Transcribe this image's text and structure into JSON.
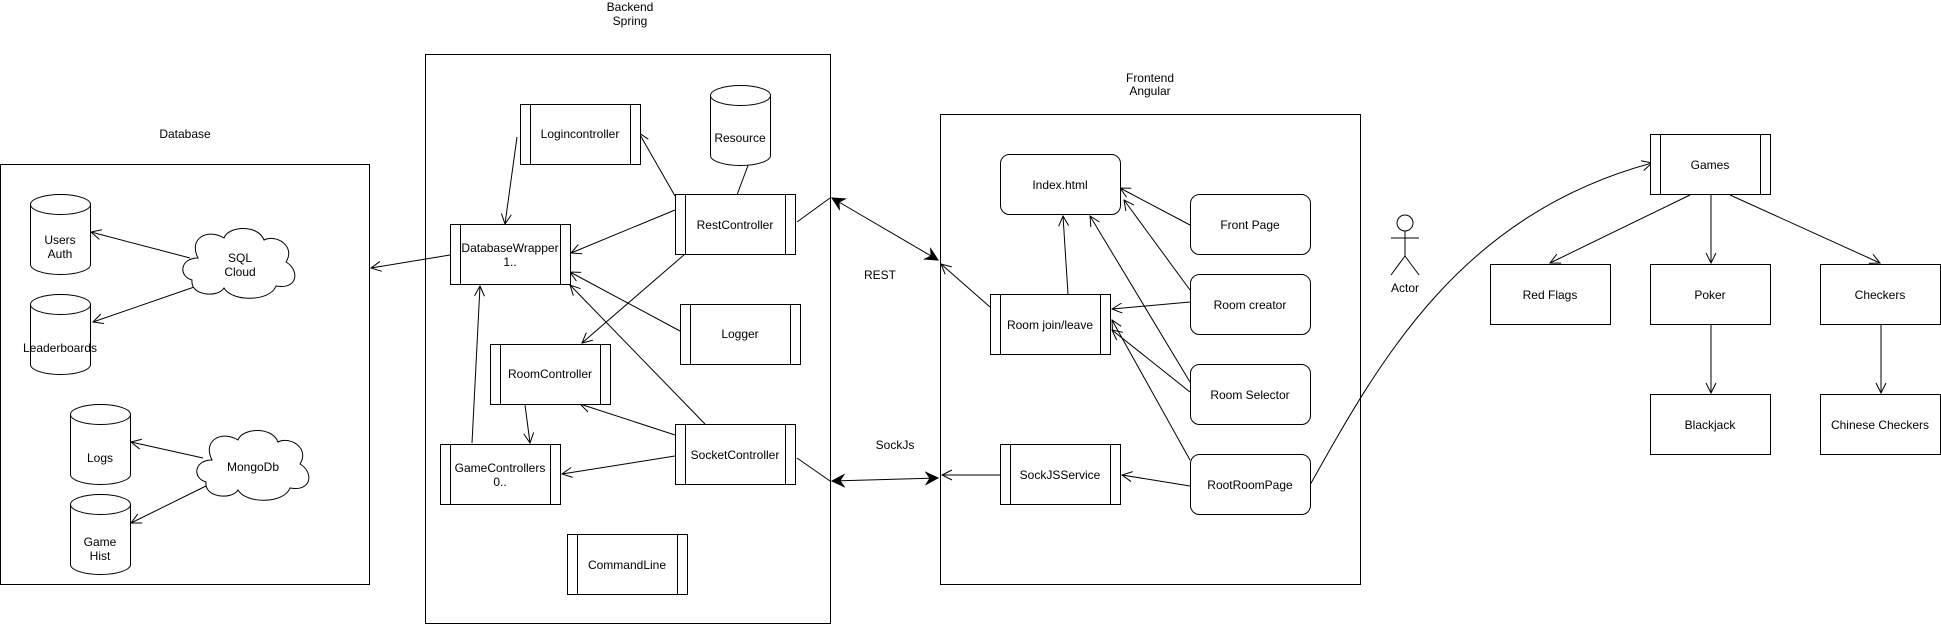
{
  "diagram": {
    "groups": {
      "database": "Database",
      "backend": [
        "Backend",
        "Spring"
      ],
      "frontend": [
        "Frontend",
        "Angular"
      ]
    },
    "nodes": {
      "users_auth": [
        "Users",
        "Auth"
      ],
      "leaderboards": "Leaderboards",
      "logs": "Logs",
      "game_hist": [
        "Game",
        "Hist"
      ],
      "sql_cloud": [
        "SQL",
        "Cloud"
      ],
      "mongodb": "MongoDb",
      "login_controller": "Logincontroller",
      "resource": "Resource",
      "rest_controller": "RestController",
      "database_wrapper": [
        "DatabaseWrapper",
        "1.."
      ],
      "logger": "Logger",
      "room_controller": "RoomController",
      "socket_controller": "SocketController",
      "game_controllers": [
        "GameControllers",
        "0.."
      ],
      "command_line": "CommandLine",
      "index_html": "Index.html",
      "front_page": "Front Page",
      "room_creator": "Room creator",
      "room_join_leave": "Room join/leave",
      "room_selector": "Room Selector",
      "sockjs_service": "SockJSService",
      "root_room_page": "RootRoomPage",
      "actor": "Actor",
      "games": "Games",
      "red_flags": "Red Flags",
      "poker": "Poker",
      "checkers": "Checkers",
      "blackjack": "Blackjack",
      "chinese_checkers": "Chinese Checkers"
    },
    "edge_labels": {
      "rest": "REST",
      "sockjs": "SockJs"
    }
  }
}
